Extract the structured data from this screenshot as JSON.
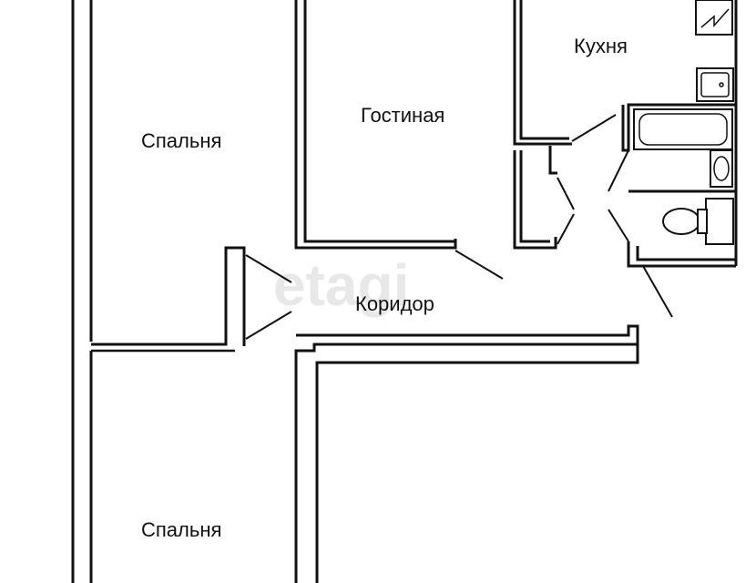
{
  "watermark": "etagi",
  "rooms": {
    "bedroom_top": "Спальня",
    "living_room": "Гостиная",
    "kitchen": "Кухня",
    "corridor": "Коридор",
    "bedroom_bottom": "Спальня"
  }
}
